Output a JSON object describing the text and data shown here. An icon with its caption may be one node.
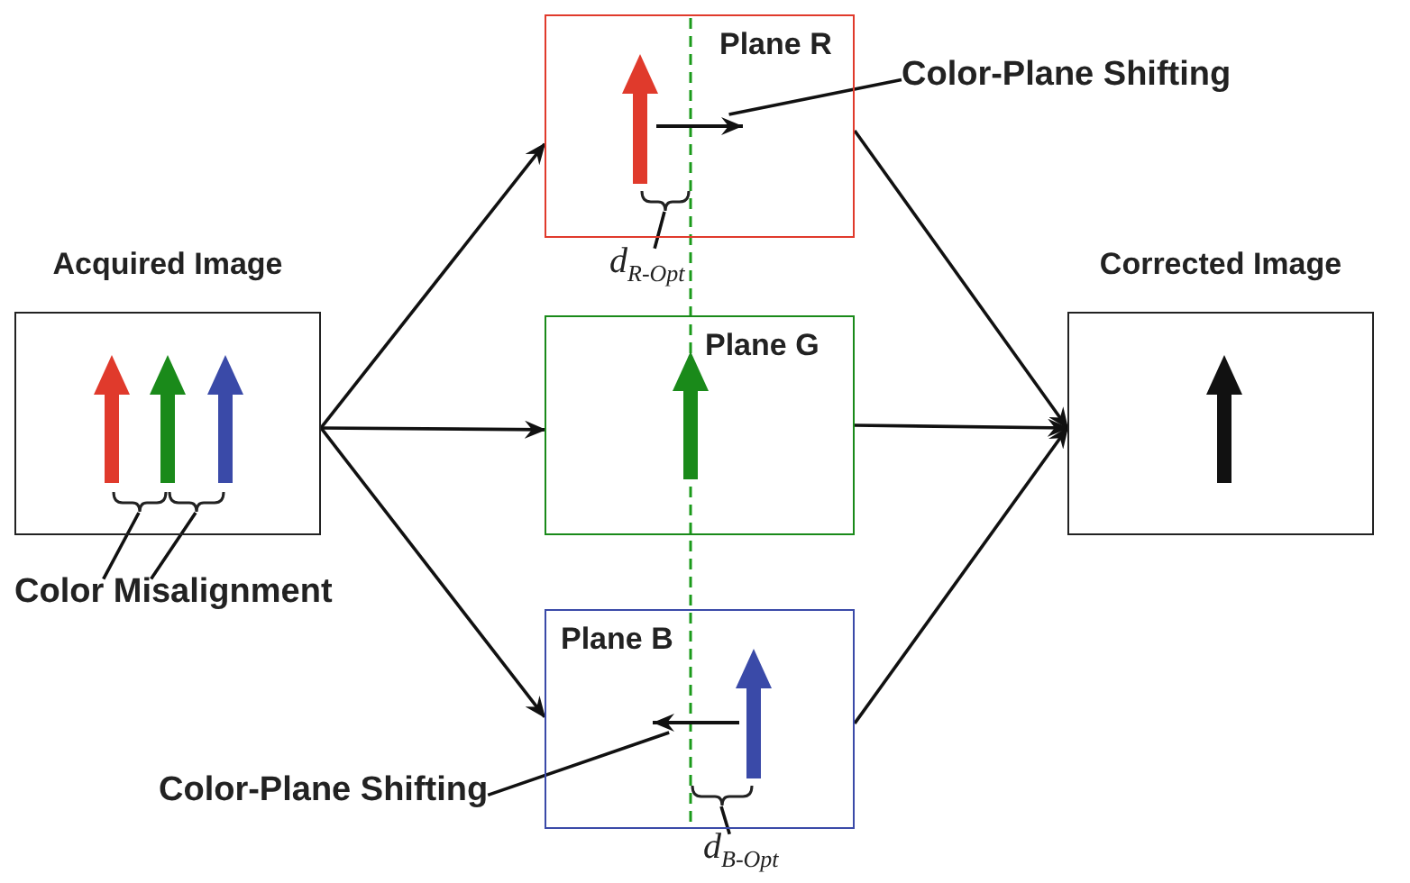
{
  "diagram": {
    "nodes": [
      {
        "text": [
          "Acquired Image"
        ]
      },
      {
        "text": [
          "Plane R"
        ]
      },
      {
        "text": [
          "Plane G"
        ]
      },
      {
        "text": [
          "Plane B"
        ]
      },
      {
        "text": [
          "Corrected Image"
        ]
      },
      {
        "text": [
          "Color-Plane Shifting"
        ]
      },
      {
        "text": [
          "Color-Plane Shifting"
        ]
      },
      {
        "text": [
          "Color Misalignment"
        ]
      },
      {
        "text": [
          "d$_{R-Opt}$"
        ]
      },
      {
        "text": [
          "d$_{B-Opt}$"
        ]
      },
      {
        "text": [],
        "shape": "arrow",
        "in": 1
      },
      {
        "text": [],
        "shape": "arrow",
        "in": 3
      },
      {
        "text": [],
        "shape": "brace",
        "in": 0
      },
      {
        "text": [],
        "shape": "brace",
        "in": 0
      },
      {
        "text": [],
        "shape": "brace",
        "in": 1
      },
      {
        "text": [],
        "shape": "brace",
        "in": 3
      }
    ],
    "edges": [
      {
        "from": 0,
        "to": 1,
        "arrow": "to"
      },
      {
        "from": 0,
        "to": 2,
        "arrow": "to"
      },
      {
        "from": 0,
        "to": 3,
        "arrow": "to"
      },
      {
        "from": 1,
        "to": 4,
        "arrow": "to"
      },
      {
        "from": 2,
        "to": 4,
        "arrow": "to"
      },
      {
        "from": 3,
        "to": 4,
        "arrow": "to"
      },
      {
        "from": 5,
        "to": 10,
        "arrow": "none"
      },
      {
        "from": 6,
        "to": 11,
        "arrow": "none"
      },
      {
        "from": 7,
        "to": 12,
        "arrow": "none"
      },
      {
        "from": 7,
        "to": 13,
        "arrow": "none"
      },
      {
        "from": 8,
        "to": 14,
        "arrow": "none"
      },
      {
        "from": 9,
        "to": 15,
        "arrow": "none"
      }
    ]
  }
}
